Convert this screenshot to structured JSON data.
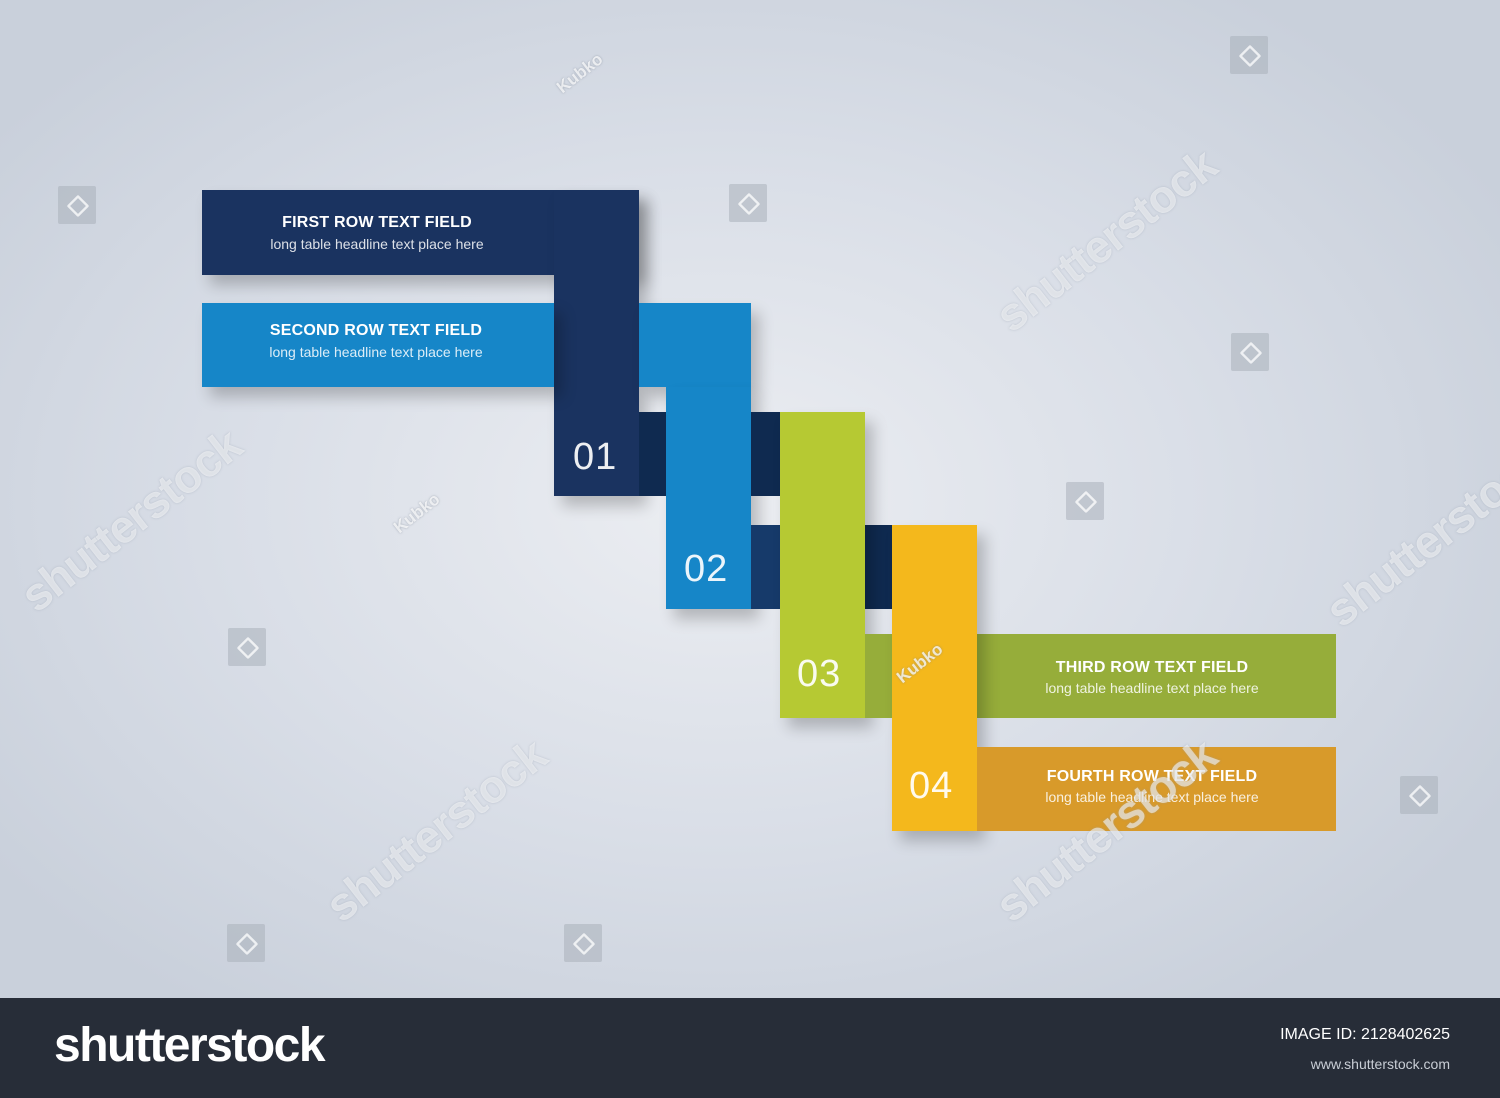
{
  "rows": [
    {
      "number": "01",
      "title": "FIRST ROW TEXT FIELD",
      "subtitle": "long table headline text place here",
      "color": "#1a3360"
    },
    {
      "number": "02",
      "title": "SECOND ROW TEXT FIELD",
      "subtitle": "long table headline text place here",
      "color": "#1686c8"
    },
    {
      "number": "03",
      "title": "THIRD ROW TEXT FIELD",
      "subtitle": "long table headline text place here",
      "color": "#b6c933"
    },
    {
      "number": "04",
      "title": "FOURTH ROW TEXT FIELD",
      "subtitle": "long table headline text place here",
      "color": "#f4b81c"
    }
  ],
  "watermark": {
    "brand": "shutterstock",
    "author": "Kubko"
  },
  "footer": {
    "logo": "shutterstock",
    "image_id": "IMAGE ID: 2128402625",
    "url": "www.shutterstock.com"
  },
  "colors": {
    "navy": "#1a3360",
    "blue": "#1686c8",
    "green": "#b6c933",
    "green_bar": "#96ad3a",
    "yellow": "#f4b81c",
    "orange_bar": "#d89a2a",
    "footer_bg": "#272d38"
  }
}
